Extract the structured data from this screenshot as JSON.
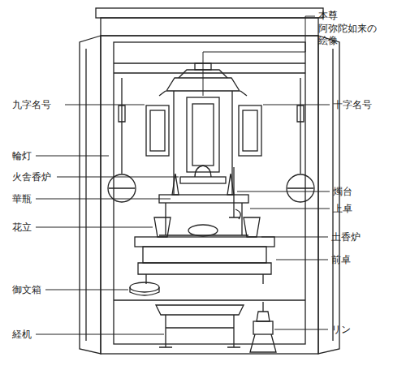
{
  "diagram": {
    "labels": [
      "本尊",
      "阿弥陀如来の 絵像",
      "九字名号",
      "十字名号",
      "輪灯",
      "火舎香炉",
      "華瓶",
      "燭台",
      "上卓",
      "花立",
      "土香炉",
      "前卓",
      "御文箱",
      "経机",
      "リン"
    ]
  }
}
